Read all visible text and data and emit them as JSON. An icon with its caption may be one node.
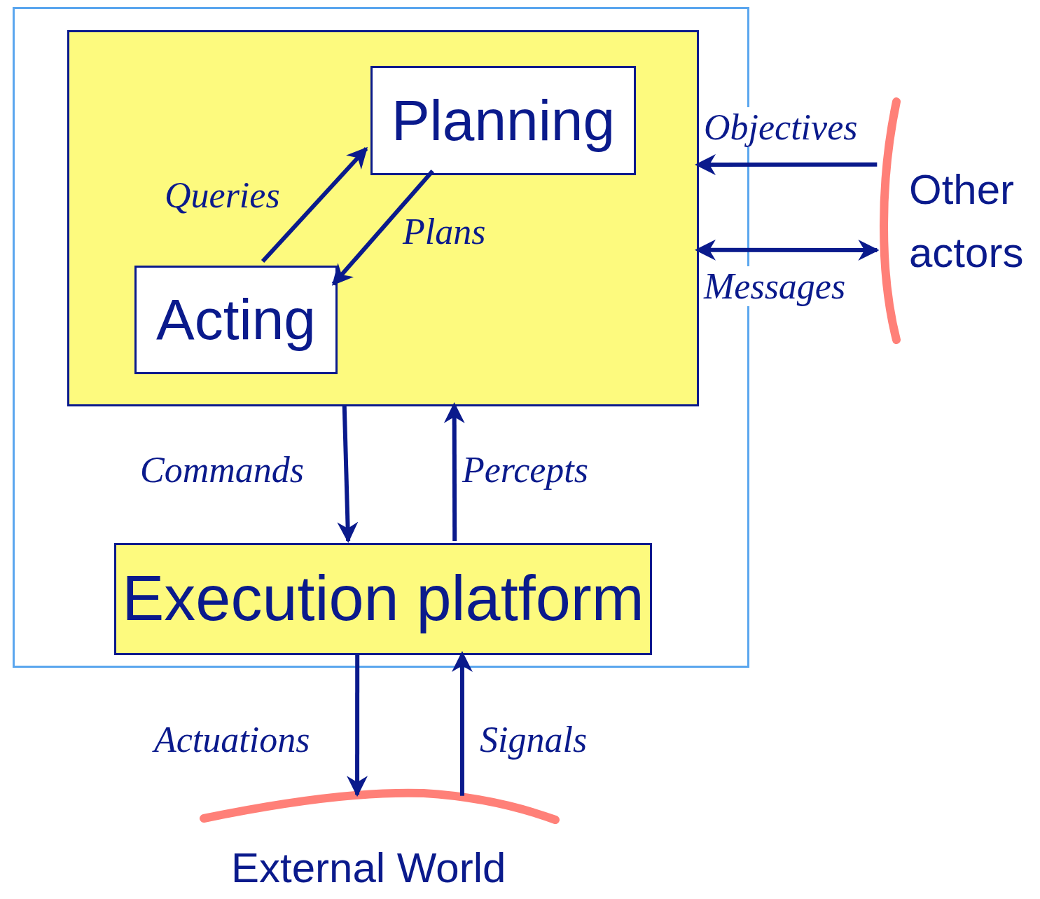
{
  "diagram": {
    "nodes": [
      {
        "text": [],
        "shape": "box"
      },
      {
        "text": [],
        "shape": "box",
        "in": 0
      },
      {
        "text": [
          "Planning"
        ],
        "in": 1
      },
      {
        "text": [
          "Acting"
        ],
        "in": 1
      },
      {
        "text": [
          "Execution platform"
        ],
        "in": 0
      },
      {
        "text": [
          "Other actors"
        ]
      },
      {
        "text": [
          "External World"
        ]
      }
    ],
    "edges": [
      {
        "from": 3,
        "to": 2,
        "arrow": "to",
        "label": "Queries"
      },
      {
        "from": 2,
        "to": 3,
        "arrow": "to",
        "label": "Plans"
      },
      {
        "from": 1,
        "to": 4,
        "arrow": "to",
        "label": "Commands"
      },
      {
        "from": 4,
        "to": 1,
        "arrow": "to",
        "label": "Percepts"
      },
      {
        "from": 5,
        "to": 1,
        "arrow": "to",
        "label": "Objectives"
      },
      {
        "from": 1,
        "to": 5,
        "arrow": "both",
        "label": "Messages"
      },
      {
        "from": 4,
        "to": 6,
        "arrow": "to",
        "label": "Actuations"
      },
      {
        "from": 6,
        "to": 4,
        "arrow": "to",
        "label": "Signals"
      }
    ]
  }
}
